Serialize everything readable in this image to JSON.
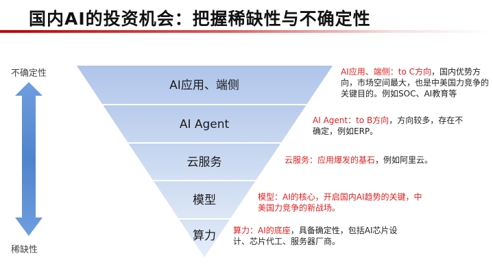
{
  "title": "国内AI的投资机会：把握稀缺性与不确定性",
  "axis": {
    "top_label": "不确定性",
    "bottom_label": "稀缺性"
  },
  "layers": [
    {
      "label": "AI应用、端侧"
    },
    {
      "label": "AI Agent"
    },
    {
      "label": "云服务"
    },
    {
      "label": "模型"
    },
    {
      "label": "算力"
    }
  ],
  "descriptions": [
    {
      "highlight": "AI应用、端侧：to C方向",
      "rest": "，国内优势方向，市场空间最大，也是中美国力竞争的关键目的。例如SOC、AI教育等"
    },
    {
      "highlight": "AI Agent：to B方向",
      "rest": "，方向较多，存在不确定，例如ERP。"
    },
    {
      "highlight": "云服务：应用爆发的基石",
      "rest": "，例如阿里云。"
    },
    {
      "highlight": "模型：AI的核心，开启国内AI趋势的关键，中美国力竞争的新战场。",
      "rest": ""
    },
    {
      "highlight": "算力：AI的底座",
      "rest": "，具备确定性，包括AI芯片设计、芯片代工、服务器厂商。"
    }
  ],
  "colors": {
    "accent": "#c00000",
    "highlight_text": "#e02020",
    "arrow": "#5b8fd4"
  }
}
